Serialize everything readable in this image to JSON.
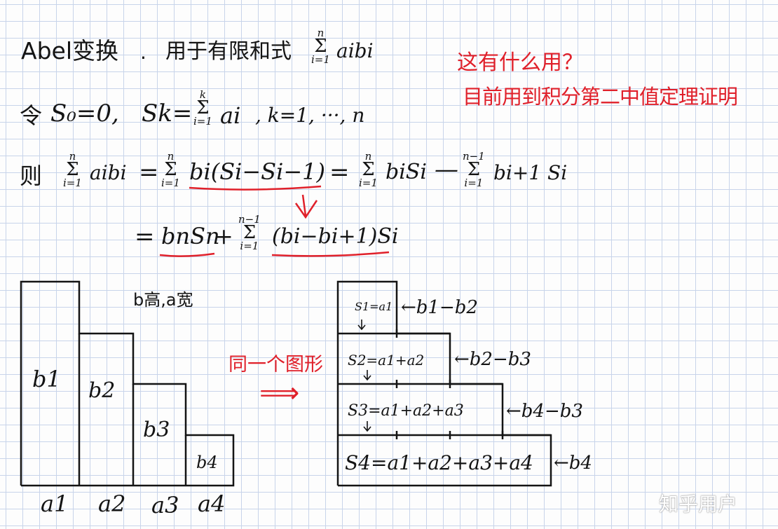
{
  "colors": {
    "ink": "#141414",
    "annotation_red": "#e0202a",
    "grid": "#c8d4ea",
    "paper": "#fdfdfd"
  },
  "line1": {
    "title": "Abel变换",
    "dot": ".",
    "desc": "用于有限和式",
    "term": "aibi",
    "sum_top": "n",
    "sum_bot": "i=1"
  },
  "line2": {
    "prefix": "令",
    "s0": "S₀=0,",
    "sk": "Sk=",
    "sum_top": "k",
    "sum_bot": "i=1",
    "term": "ai",
    "range": ", k=1, ···, n"
  },
  "line3": {
    "prefix": "则",
    "lhs_term": "aibi",
    "eq1": "=",
    "middle_term": "bi(Si−Si−1)",
    "eq2": "=",
    "third_term": "biSi",
    "minus": "—",
    "fourth_term": "bi+1 Si",
    "sum_top": "n",
    "sum_top2": "n−1",
    "sum_bot": "i=1"
  },
  "line4": {
    "eq": "=",
    "first": "bnSn",
    "plus": "+",
    "sum_top": "n−1",
    "sum_bot": "i=1",
    "second": "(bi−bi+1)Si"
  },
  "annotations": {
    "question": "这有什么用？",
    "usage": "目前用到积分第二中值定理证明"
  },
  "left_figure": {
    "note": "b高,a宽",
    "heights": [
      "b1",
      "b2",
      "b3",
      "b4"
    ],
    "widths": [
      "a1",
      "a2",
      "a3",
      "a4"
    ]
  },
  "middle": {
    "caption": "同一个图形",
    "arrow": "⟹"
  },
  "right_figure": {
    "rows": [
      "S1=a1",
      "S2=a1+a2",
      "S3=a1+a2+a3",
      "S4=a1+a2+a3+a4"
    ],
    "side_labels": [
      "←b1−b2",
      "←b2−b3",
      "←b4−b3",
      "←b4"
    ]
  },
  "watermark": "知乎用户"
}
